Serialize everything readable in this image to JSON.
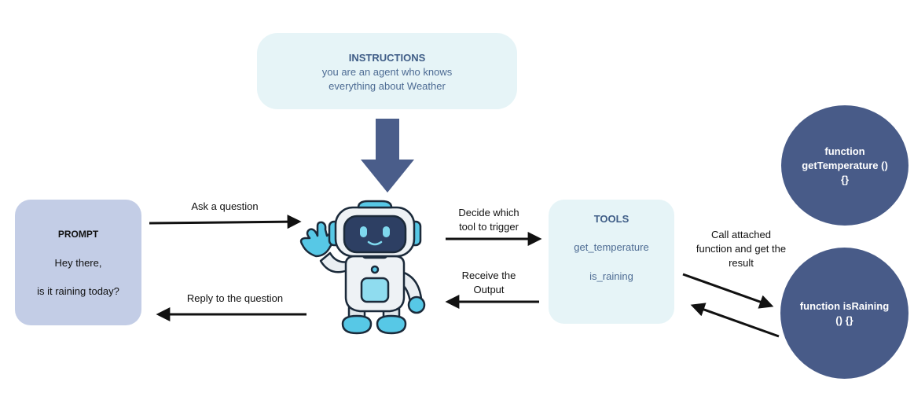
{
  "instructions": {
    "title": "INSTRUCTIONS",
    "line1": "you are an agent who knows",
    "line2": "everything about Weather"
  },
  "prompt": {
    "title": "PROMPT",
    "line1": "Hey there,",
    "line2": "is it raining today?"
  },
  "tools": {
    "title": "TOOLS",
    "items": [
      "get_temperature",
      "is_raining"
    ]
  },
  "functions": {
    "get_temperature": {
      "line1": "function",
      "line2": "getTemperature ()",
      "line3": "{}"
    },
    "is_raining": {
      "line1": "function isRaining",
      "line2": "() {}"
    }
  },
  "edges": {
    "ask": "Ask a question",
    "reply": "Reply to the question",
    "decide_line1": "Decide which",
    "decide_line2": "tool to trigger",
    "receive_line1": "Receive the",
    "receive_line2": "Output",
    "call_line1": "Call attached",
    "call_line2": "function and get the",
    "call_line3": "result"
  },
  "colors": {
    "dark_navy": "#485b88",
    "arrow_navy": "#4a5d8a",
    "light_cyan": "#e6f4f7",
    "prompt_lavender": "#c3cde6",
    "robot_cyan": "#57c8e6"
  }
}
